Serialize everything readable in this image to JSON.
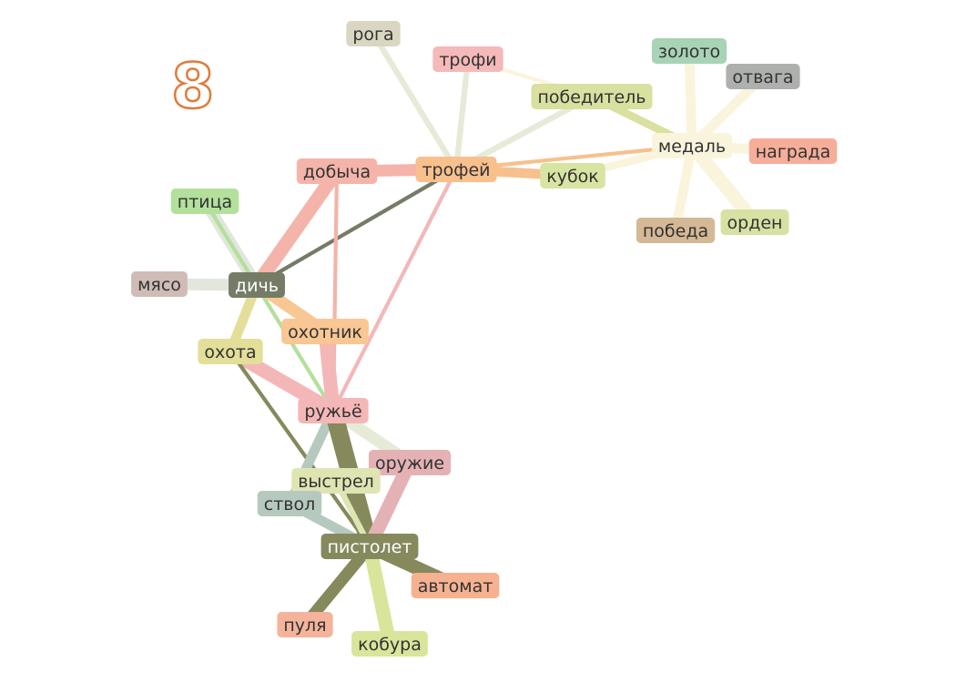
{
  "step_number": "8",
  "nodes": [
    {
      "id": "дичь",
      "color": "#747c66",
      "text_color": "#ffffff"
    },
    {
      "id": "трофей",
      "color": "#f7c08d",
      "text_color": "#333333"
    },
    {
      "id": "добыча",
      "color": "#f4b4aa",
      "text_color": "#333333"
    },
    {
      "id": "рога",
      "color": "#d9d6c1",
      "text_color": "#333333"
    },
    {
      "id": "трофи",
      "color": "#f5b9b9",
      "text_color": "#333333"
    },
    {
      "id": "победитель",
      "color": "#d9e0a0",
      "text_color": "#333333"
    },
    {
      "id": "золото",
      "color": "#a8d3b6",
      "text_color": "#333333"
    },
    {
      "id": "отвага",
      "color": "#aeb0ad",
      "text_color": "#333333"
    },
    {
      "id": "медаль",
      "color": "#fbf4dd",
      "text_color": "#333333"
    },
    {
      "id": "награда",
      "color": "#f6ae99",
      "text_color": "#333333"
    },
    {
      "id": "кубок",
      "color": "#d8e4a1",
      "text_color": "#333333"
    },
    {
      "id": "орден",
      "color": "#d6e1a2",
      "text_color": "#333333"
    },
    {
      "id": "победа",
      "color": "#d5b895",
      "text_color": "#333333"
    },
    {
      "id": "птица",
      "color": "#b3e09b",
      "text_color": "#333333"
    },
    {
      "id": "мясо",
      "color": "#cfbcb7",
      "text_color": "#333333"
    },
    {
      "id": "охотник",
      "color": "#f8c793",
      "text_color": "#333333"
    },
    {
      "id": "охота",
      "color": "#e3de98",
      "text_color": "#333333"
    },
    {
      "id": "ружьё",
      "color": "#f4b7b7",
      "text_color": "#333333"
    },
    {
      "id": "оружие",
      "color": "#e4b2b5",
      "text_color": "#333333"
    },
    {
      "id": "выстрел",
      "color": "#dfe5b2",
      "text_color": "#333333"
    },
    {
      "id": "ствол",
      "color": "#b6c9be",
      "text_color": "#333333"
    },
    {
      "id": "пистолет",
      "color": "#86895c",
      "text_color": "#ffffff"
    },
    {
      "id": "автомат",
      "color": "#f5b190",
      "text_color": "#333333"
    },
    {
      "id": "пуля",
      "color": "#f5b39b",
      "text_color": "#333333"
    },
    {
      "id": "кобура",
      "color": "#d8e59b",
      "text_color": "#333333"
    }
  ],
  "links": [
    {
      "source": "трофей",
      "target": "рога",
      "color": "#e6ebd8",
      "weight": 2
    },
    {
      "source": "трофей",
      "target": "трофи",
      "color": "#e6ebd8",
      "weight": 2
    },
    {
      "source": "трофей",
      "target": "победитель",
      "color": "#e6ebd8",
      "weight": 2
    },
    {
      "source": "трофей",
      "target": "добыча",
      "color": "#f4b4aa",
      "weight": 5
    },
    {
      "source": "трофей",
      "target": "кубок",
      "color": "#f7c08d",
      "weight": 4
    },
    {
      "source": "трофей",
      "target": "медаль",
      "color": "#f7c08d",
      "weight": 1
    },
    {
      "source": "трофей",
      "target": "дичь",
      "color": "#747c66",
      "weight": 1
    },
    {
      "source": "трофей",
      "target": "ружьё",
      "color": "#f4b7b7",
      "weight": 1
    },
    {
      "source": "трофи",
      "target": "победитель",
      "color": "#fbf4dd",
      "weight": 1
    },
    {
      "source": "кубок",
      "target": "медаль",
      "color": "#fbf4dd",
      "weight": 3
    },
    {
      "source": "победитель",
      "target": "медаль",
      "color": "#d9e0a0",
      "weight": 3
    },
    {
      "source": "медаль",
      "target": "золото",
      "color": "#fbf4dd",
      "weight": 4
    },
    {
      "source": "медаль",
      "target": "отвага",
      "color": "#fbf4dd",
      "weight": 4
    },
    {
      "source": "медаль",
      "target": "награда",
      "color": "#fbf4dd",
      "weight": 4
    },
    {
      "source": "медаль",
      "target": "орден",
      "color": "#fbf4dd",
      "weight": 6
    },
    {
      "source": "медаль",
      "target": "победа",
      "color": "#fbf4dd",
      "weight": 4
    },
    {
      "source": "добыча",
      "target": "дичь",
      "color": "#f4b4aa",
      "weight": 6
    },
    {
      "source": "добыча",
      "target": "ружьё",
      "color": "#f4b4aa",
      "weight": 1
    },
    {
      "source": "птица",
      "target": "дичь",
      "color": "#e2e6dc",
      "weight": 5
    },
    {
      "source": "птица",
      "target": "ружьё",
      "color": "#b3e09b",
      "weight": 1
    },
    {
      "source": "мясо",
      "target": "дичь",
      "color": "#e2e6dc",
      "weight": 5
    },
    {
      "source": "дичь",
      "target": "охотник",
      "color": "#f8c793",
      "weight": 5
    },
    {
      "source": "дичь",
      "target": "охота",
      "color": "#e3de98",
      "weight": 4
    },
    {
      "source": "охотник",
      "target": "ружьё",
      "color": "#f4b7b7",
      "weight": 6
    },
    {
      "source": "охота",
      "target": "ружьё",
      "color": "#f4b7b7",
      "weight": 6
    },
    {
      "source": "охота",
      "target": "пистолет",
      "color": "#86895c",
      "weight": 1
    },
    {
      "source": "ружьё",
      "target": "оружие",
      "color": "#e6ebd8",
      "weight": 5
    },
    {
      "source": "ружьё",
      "target": "ствол",
      "color": "#b6c9be",
      "weight": 4
    },
    {
      "source": "ружьё",
      "target": "пистолет",
      "color": "#86895c",
      "weight": 8
    },
    {
      "source": "оружие",
      "target": "пистолет",
      "color": "#e4b2b5",
      "weight": 6
    },
    {
      "source": "выстрел",
      "target": "пистолет",
      "color": "#dfe5b2",
      "weight": 2
    },
    {
      "source": "ствол",
      "target": "пистолет",
      "color": "#b6c9be",
      "weight": 4
    },
    {
      "source": "пистолет",
      "target": "автомат",
      "color": "#86895c",
      "weight": 6
    },
    {
      "source": "пистолет",
      "target": "пуля",
      "color": "#86895c",
      "weight": 5
    },
    {
      "source": "пистолет",
      "target": "кобура",
      "color": "#d8e59b",
      "weight": 6
    }
  ]
}
